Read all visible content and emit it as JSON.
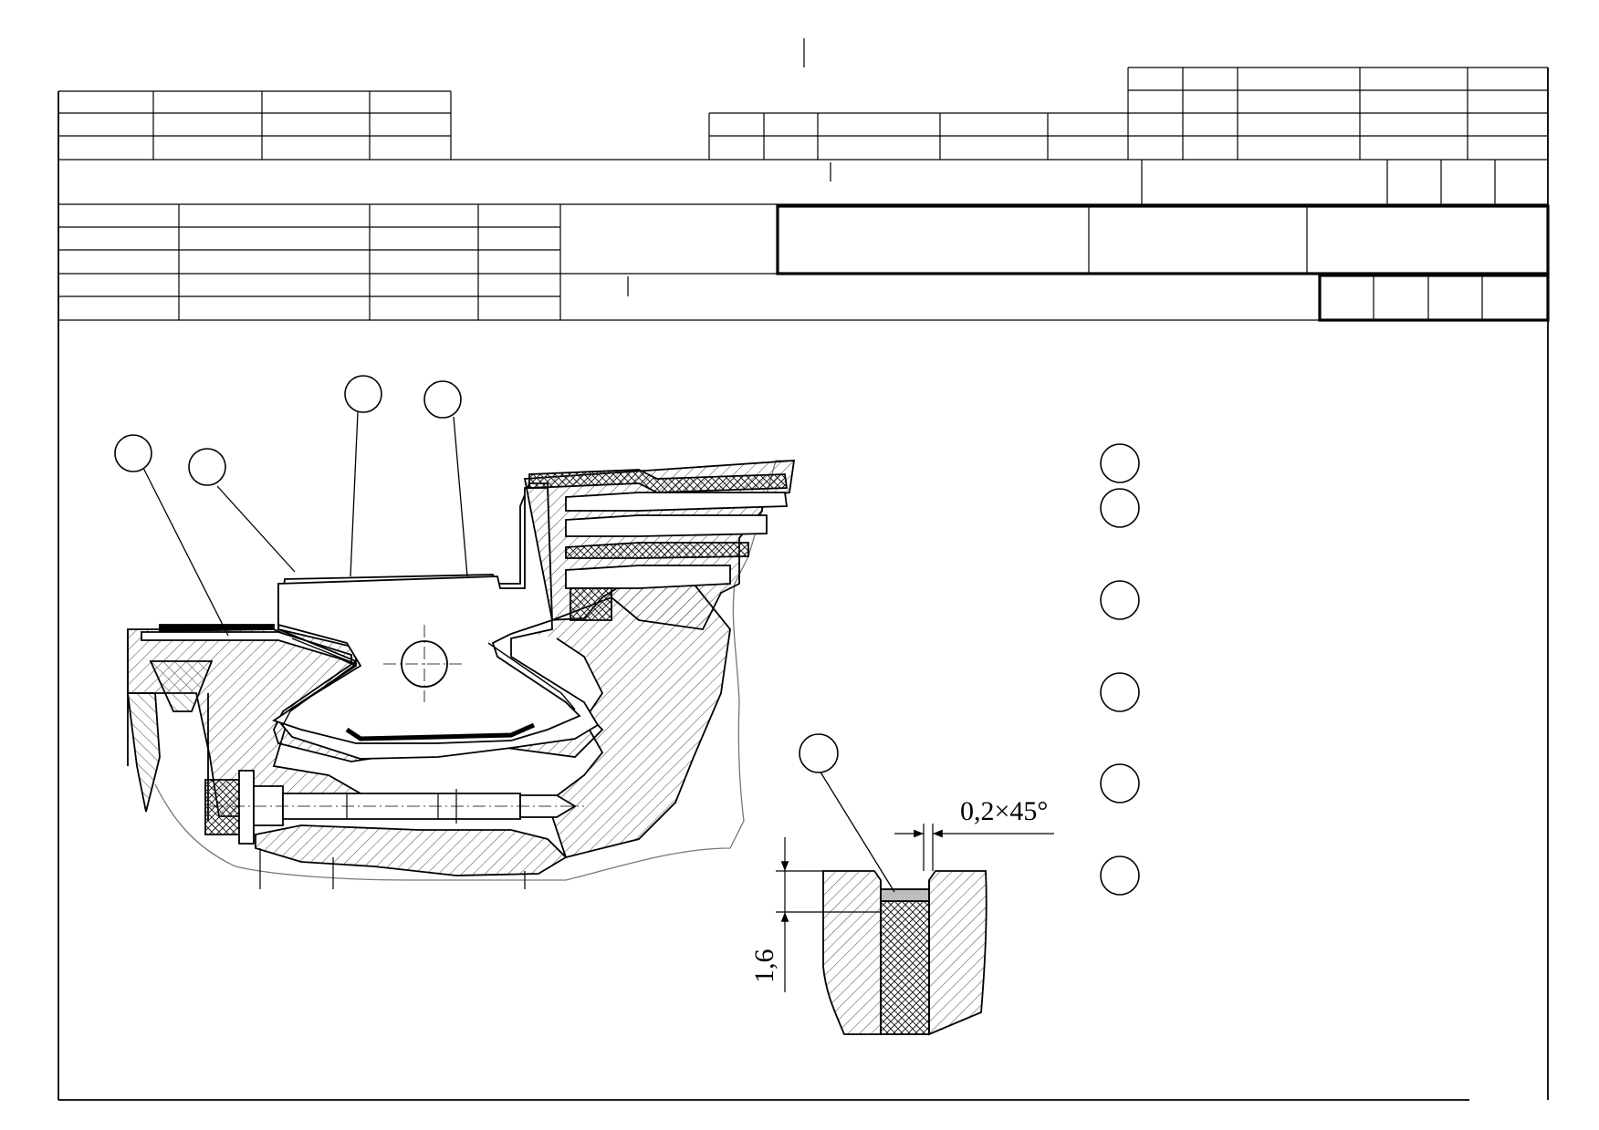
{
  "drawing": {
    "dimensions": {
      "chamfer": "0,2×45°",
      "height": "1,6"
    },
    "colors": {
      "line": "#000000",
      "paper": "#ffffff",
      "hatch": "#555555",
      "fill_strip": "#bdbdbd"
    },
    "balloons": {
      "main_view_count": 4,
      "detail_view_count": 1,
      "legend_column_count": 6
    }
  }
}
